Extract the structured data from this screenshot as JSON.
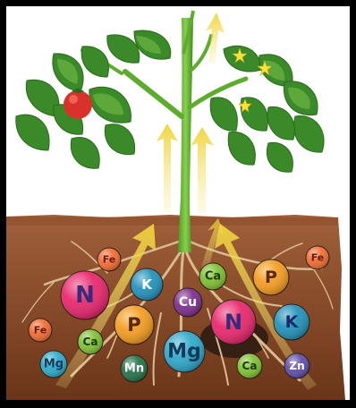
{
  "nutrients": [
    {
      "label": "N",
      "color": "#e8226a",
      "text_color": "#3a2a7a",
      "big": true
    },
    {
      "label": "K",
      "color": "#1d8fb8",
      "text_color": "#ffffff",
      "big": false
    },
    {
      "label": "P",
      "color": "#f39a1c",
      "text_color": "#5a2a10",
      "big": true
    },
    {
      "label": "Cu",
      "color": "#7a2a8a",
      "text_color": "#ffffff",
      "big": false
    },
    {
      "label": "Ca",
      "color": "#7cbf2e",
      "text_color": "#1d3a0a",
      "big": false
    },
    {
      "label": "P",
      "color": "#f39a1c",
      "text_color": "#5a2a10",
      "big": true
    },
    {
      "label": "N",
      "color": "#e8226a",
      "text_color": "#3a2a7a",
      "big": true
    },
    {
      "label": "K",
      "color": "#1d8fb8",
      "text_color": "#1a2a6a",
      "big": true
    },
    {
      "label": "Fe",
      "color": "#f0692e",
      "text_color": "#6a1a0a",
      "big": false
    },
    {
      "label": "Fe",
      "color": "#f0692e",
      "text_color": "#6a1a0a",
      "big": false
    },
    {
      "label": "Fe",
      "color": "#f0692e",
      "text_color": "#6a1a0a",
      "big": false
    },
    {
      "label": "Mg",
      "color": "#2aa7c8",
      "text_color": "#123a5a",
      "big": false
    },
    {
      "label": "Ca",
      "color": "#7cbf2e",
      "text_color": "#1d3a0a",
      "big": false
    },
    {
      "label": "Mn",
      "color": "#1f6e45",
      "text_color": "#ffffff",
      "big": false
    },
    {
      "label": "Mg",
      "color": "#2aa7c8",
      "text_color": "#123a5a",
      "big": true
    },
    {
      "label": "Ca",
      "color": "#7cbf2e",
      "text_color": "#1d3a0a",
      "big": false
    },
    {
      "label": "Zn",
      "color": "#5a4aa8",
      "text_color": "#ffffff",
      "big": false
    }
  ],
  "colors": {
    "soil_top": "#9a5a35",
    "soil_bottom": "#6b3519",
    "stem": "#5eac2e",
    "leaf": "#3b8a2a",
    "leaf_light": "#7cc24a",
    "tomato": "#d8322a",
    "flower": "#f7e33a",
    "arrow": "#f1d84a",
    "root": "#d7b990"
  }
}
